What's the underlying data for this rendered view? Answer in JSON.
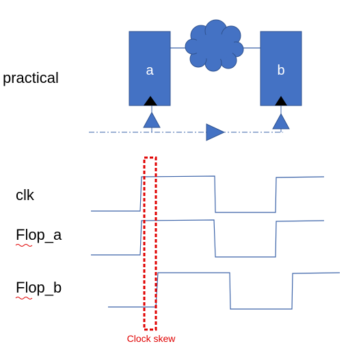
{
  "labels": {
    "practical": "practical",
    "flop_a_box": "a",
    "flop_b_box": "b",
    "clk": "clk",
    "flop_a_signal": "Flop_a",
    "flop_b_signal": "Flop_b",
    "clock_skew": "Clock skew"
  },
  "colors": {
    "block_fill": "#4472C4",
    "block_stroke": "#2F528F",
    "waveform": "#3A62A8",
    "skew_highlight": "#E00000",
    "text": "#000000",
    "misspelling_underline": "#E00000"
  },
  "icons": {
    "cloud": "combinational-logic-cloud-icon",
    "clock_edge_marker": "clock-edge-triangle-icon",
    "clock_buffer": "clock-buffer-triangle-icon"
  }
}
